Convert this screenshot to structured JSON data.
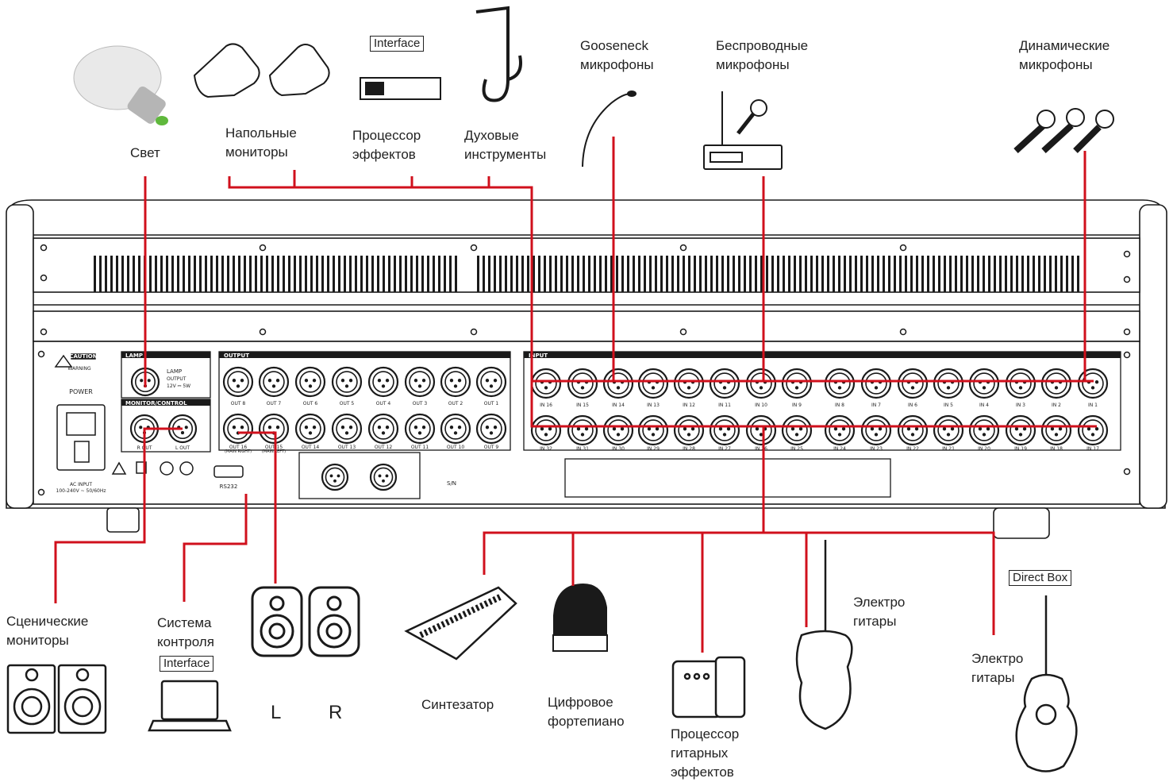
{
  "devices": {
    "light": "Свет",
    "floor_monitors": "Напольные\nмониторы",
    "effects_processor": "Процессор\nэффектов",
    "effects_interface_tag": "Interface",
    "wind_instruments": "Духовые\nинструменты",
    "gooseneck": "Gooseneck\nмикрофоны",
    "wireless": "Беспроводные\nмикрофоны",
    "dynamic": "Динамические\nмикрофоны",
    "stage_monitors": "Сценические\nмониторы",
    "control_system": "Система\nконтроля",
    "control_interface_tag": "Interface",
    "speaker_left": "L",
    "speaker_right": "R",
    "synth": "Синтезатор",
    "digital_piano": "Цифровое\nфортепиано",
    "guitar_fx": "Процессор\nгитарных\nэффектов",
    "electric_guitar": "Электро\nгитары",
    "acoustic_guitar": "Электро\nгитары",
    "direct_box_tag": "Direct Box"
  },
  "panel": {
    "caution": "CAUTION",
    "warning": "WARNING",
    "power": "POWER",
    "ac_input": "AC INPUT",
    "ac_range": "100-240V ~ 50/60Hz",
    "lamp_section": "LAMP",
    "lamp_label": "LAMP",
    "lamp_output": "OUTPUT",
    "lamp_rating": "12V ⎓ 5W",
    "monitor_section": "MONITOR/CONTROL",
    "r_out": "R OUT",
    "l_out": "L OUT",
    "rs232": "RS232",
    "output_section": "OUTPUT",
    "input_section": "INPUT",
    "sn": "S/N",
    "main_right": "(MAIN RIGHT)",
    "main_left": "(MAIN LEFT)",
    "outputs_top": [
      "OUT 8",
      "OUT 7",
      "OUT 6",
      "OUT 5",
      "OUT 4",
      "OUT 3",
      "OUT 2",
      "OUT 1"
    ],
    "outputs_bottom": [
      "OUT 16",
      "OUT 15",
      "OUT 14",
      "OUT 13",
      "OUT 12",
      "OUT 11",
      "OUT 10",
      "OUT 9"
    ],
    "inputs_top": [
      "IN 16",
      "IN 15",
      "IN 14",
      "IN 13",
      "IN 12",
      "IN 11",
      "IN 10",
      "IN 9",
      "IN 8",
      "IN 7",
      "IN 6",
      "IN 5",
      "IN 4",
      "IN 3",
      "IN 2",
      "IN 1"
    ],
    "inputs_bottom": [
      "IN 32",
      "IN 31",
      "IN 30",
      "IN 29",
      "IN 28",
      "IN 27",
      "IN 26",
      "IN 25",
      "IN 24",
      "IN 23",
      "IN 22",
      "IN 21",
      "IN 20",
      "IN 19",
      "IN 18",
      "IN 17"
    ]
  },
  "colors": {
    "wire": "#d0101c",
    "outline": "#1a1a1a",
    "panel": "#ffffff"
  }
}
